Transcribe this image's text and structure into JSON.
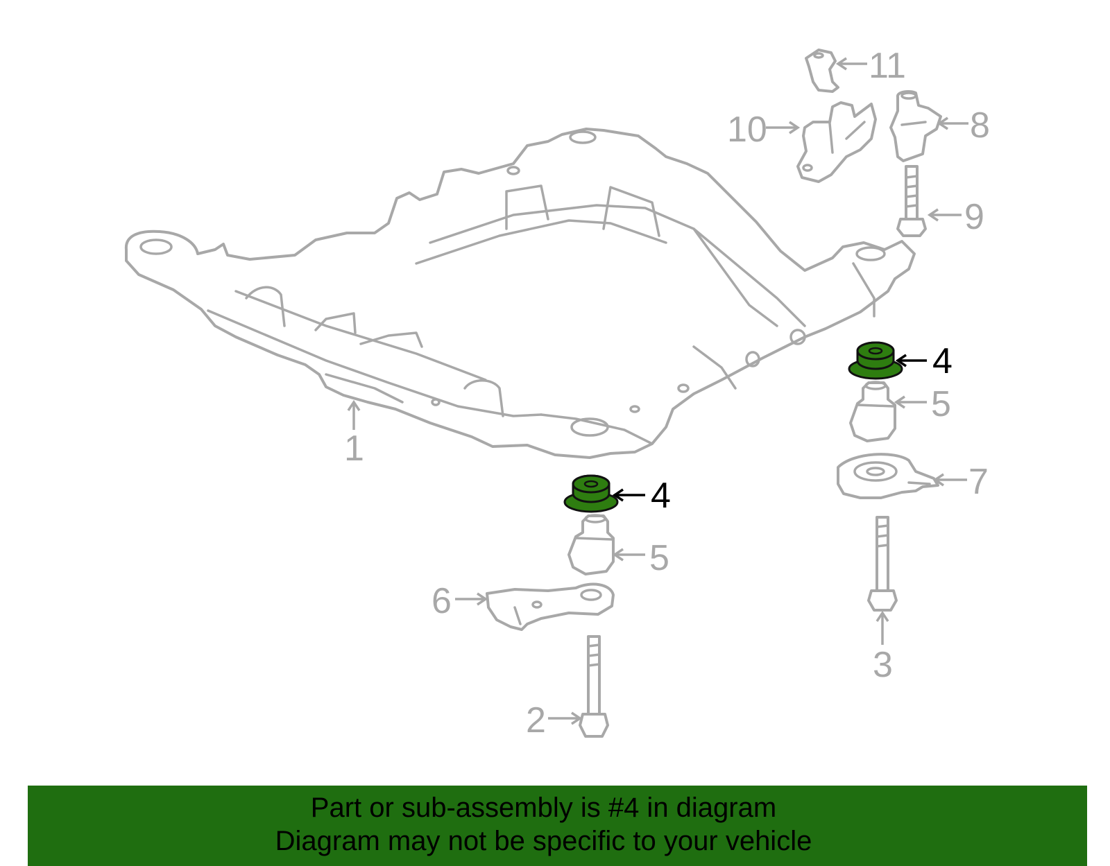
{
  "callouts": {
    "c1": "1",
    "c2": "2",
    "c3": "3",
    "c4a": "4",
    "c4b": "4",
    "c5a": "5",
    "c5b": "5",
    "c6": "6",
    "c7": "7",
    "c8": "8",
    "c9": "9",
    "c10": "10",
    "c11": "11"
  },
  "banner": {
    "line1": "Part or sub-assembly is #4 in diagram",
    "line2": "Diagram may not be specific to your vehicle"
  },
  "colors": {
    "highlight": "#2e7d10",
    "banner": "#1f6e10",
    "part_outline": "#a8a8a8"
  }
}
